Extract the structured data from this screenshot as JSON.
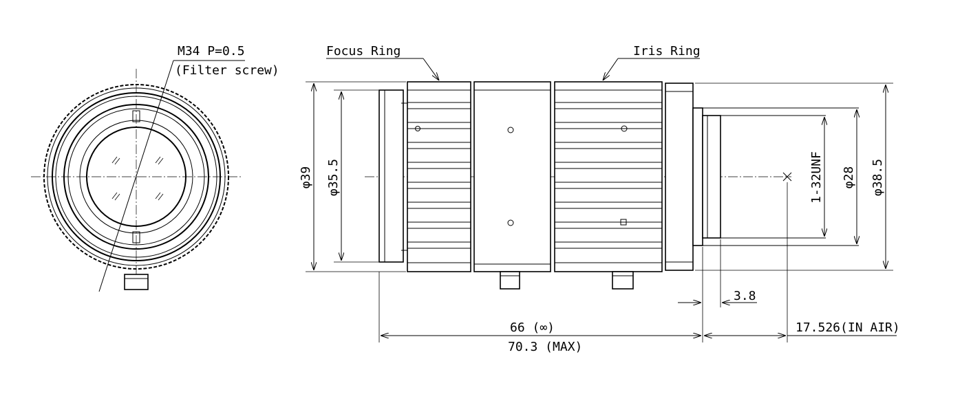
{
  "labels": {
    "thread": "M34 P=0.5",
    "filter": "(Filter screw)",
    "focus_ring": "Focus Ring",
    "iris_ring": "Iris Ring",
    "dia_39": "φ39",
    "dia_35_5": "φ35.5",
    "mount_thread": "1-32UNF",
    "dia_28": "φ28",
    "dia_38_5": "φ38.5",
    "flange_3_8": "3.8",
    "length_66": "66 (∞)",
    "length_70_3": "70.3 (MAX)",
    "back_focus": "17.526(IN AIR)"
  }
}
